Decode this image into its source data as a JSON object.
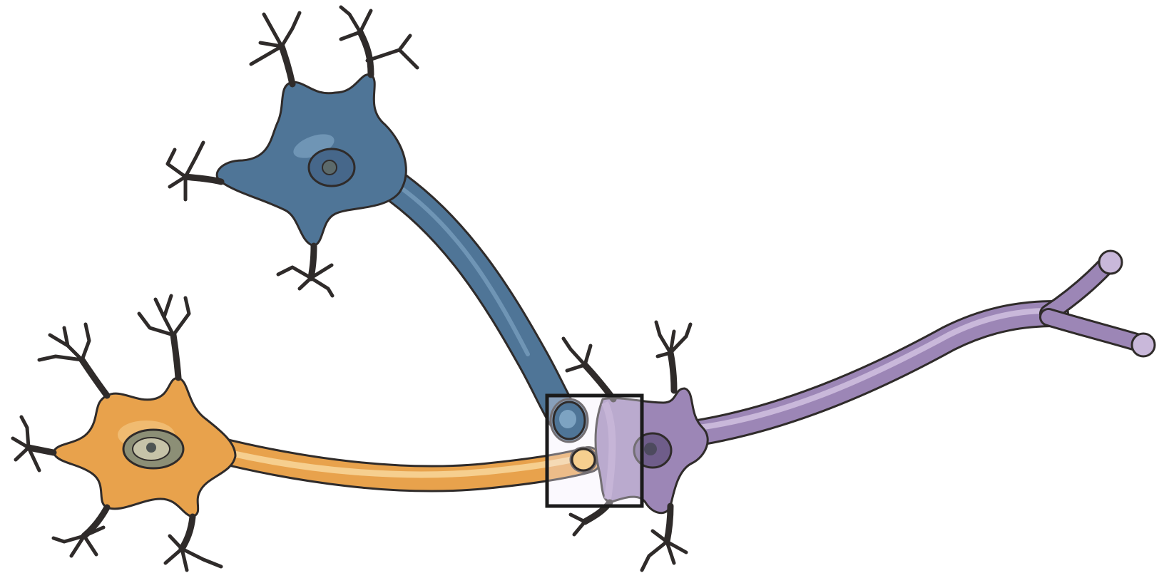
{
  "figure": {
    "subject": "neuron-synapse-illustration",
    "colors": {
      "background": "#ffffff",
      "outline": "#2f2b2a",
      "blue_neuron": "#4f7597",
      "blue_neuron_light": "#7da3c2",
      "orange_neuron": "#e8a24c",
      "orange_neuron_light": "#f6cf8f",
      "purple_neuron": "#9c86b6",
      "purple_neuron_light": "#c9b8da",
      "nucleus": "#5c6a6b",
      "synapse_box": "#1a1a1a"
    },
    "neurons": [
      "blue-neuron",
      "orange-neuron",
      "purple-neuron"
    ],
    "highlight": "synapse-box"
  }
}
